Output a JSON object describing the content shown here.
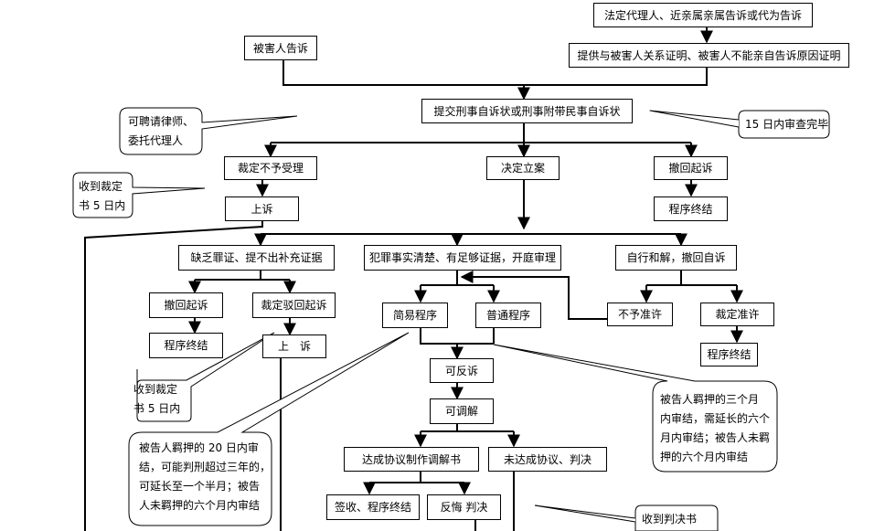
{
  "nodes": {
    "legal_rep_prosecute": "法定代理人、近亲属亲属告诉或代为告诉",
    "proof_relationship": "提供与被害人关系证明、被害人不能亲自告诉原因证明",
    "victim_prosecute": "被害人告诉",
    "submit_complaint": "提交刑事自诉状或刑事附带民事自诉状",
    "reject_acceptance": "裁定不予受理",
    "decide_filing": "决定立案",
    "withdraw_prosecution_top": "撤回起诉",
    "appeal_left": "上诉",
    "procedure_end_top": "程序终结",
    "lack_evidence": "缺乏罪证、提不出补充证据",
    "clear_facts_trial": "犯罪事实清楚、有足够证据，开庭审理",
    "self_settle_withdraw": "自行和解，撤回自诉",
    "withdraw_prosecution_left": "撤回起诉",
    "ruling_dismiss": "裁定驳回起诉",
    "simple_procedure": "简易程序",
    "ordinary_procedure": "普通程序",
    "not_permitted": "不予准许",
    "ruling_permit": "裁定准许",
    "procedure_end_left": "程序终结",
    "appeal_mid": "上　诉",
    "procedure_end_right": "程序终结",
    "counterclaim": "可反诉",
    "mediation": "可调解",
    "mediation_agreement": "达成协议制作调解书",
    "no_agreement_judgment": "未达成协议、判决",
    "sign_end": "签收、程序终结",
    "regret_judgment": "反悔 判决"
  },
  "notes": {
    "hire_lawyer": [
      "可聘请律师、",
      "委托代理人"
    ],
    "review_15_days": "15 日内审查完毕",
    "ruling_5_days_top": [
      "收到裁定",
      "书 5 日内"
    ],
    "ruling_5_days_mid": [
      "收到裁定",
      "书 5 日内"
    ],
    "simple_deadline": [
      "被告人羁押的 20 日内审",
      "结，可能判刑超过三年的，",
      "可延长至一个半月；被告",
      "人未羁押的六个月内审结"
    ],
    "ordinary_deadline": [
      "被告人羁押的三个月",
      "内审结，需延长的六个",
      "月内审结；被告人未羁",
      "押的六个月内审结"
    ],
    "judgment_received": "收到判决书"
  }
}
